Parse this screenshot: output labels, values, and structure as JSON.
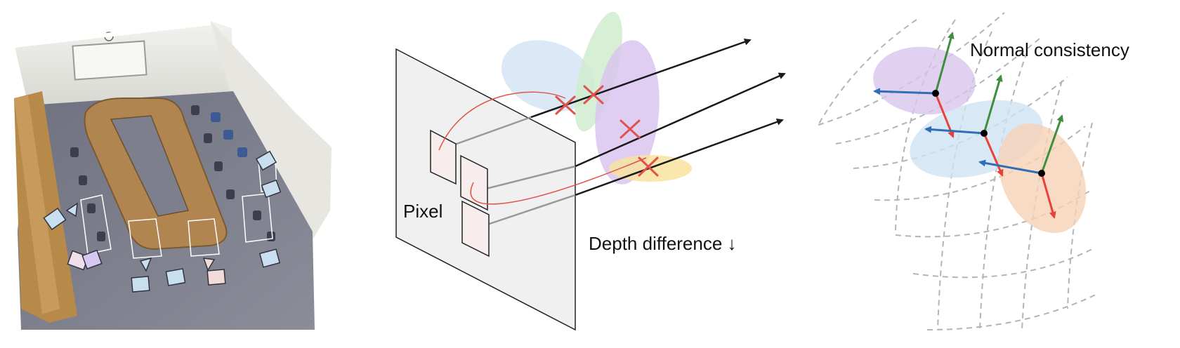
{
  "labels": {
    "pixel": "Pixel",
    "depth_difference": "Depth difference ↓",
    "normal_consistency": "Normal consistency"
  },
  "colors": {
    "gaussian_blue": "#cfe2f3",
    "gaussian_green": "#cdeccb",
    "gaussian_purple": "#d9c6ee",
    "gaussian_yellow": "#f8e3a0",
    "gaussian_orange": "#f6d2b6",
    "ray": "#1a1a1a",
    "intersection": "#e0524d",
    "arc": "#e0524d",
    "normal": "#e8413a",
    "tangent_u": "#3d8f3d",
    "tangent_v": "#2f6db5",
    "grid": "#b4b4b4"
  }
}
